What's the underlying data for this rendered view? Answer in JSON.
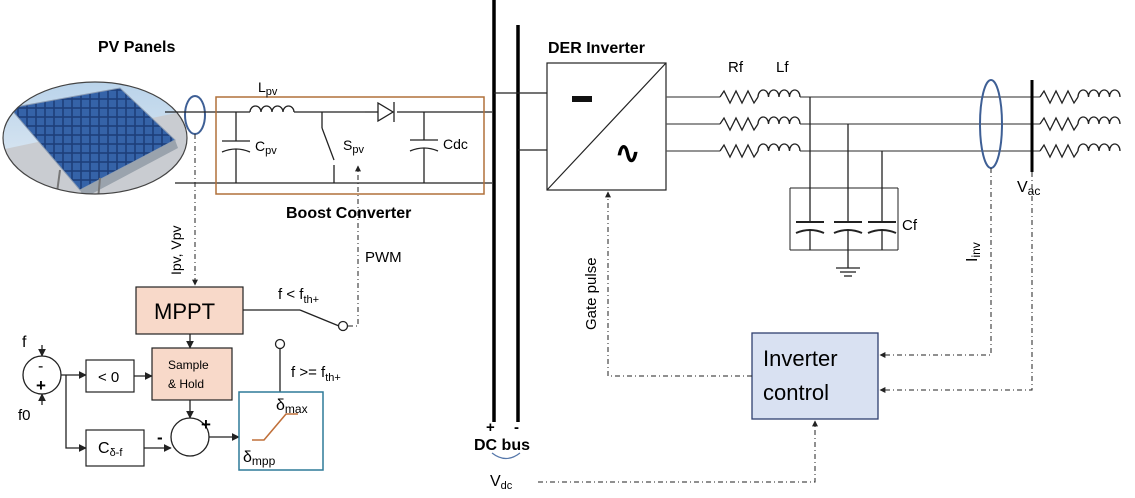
{
  "labels": {
    "pv_panels": "PV Panels",
    "lpv_main": "L",
    "lpv_sub": "pv",
    "cpv_main": "C",
    "cpv_sub": "pv",
    "spv_main": "S",
    "spv_sub": "pv",
    "cdc": "Cdc",
    "boost_converter": "Boost Converter",
    "der_inverter": "DER Inverter",
    "rf": "Rf",
    "lf": "Lf",
    "cf": "Cf",
    "vac_main": "V",
    "vac_sub": "ac",
    "iinv_main": "I",
    "iinv_sub": "inv",
    "gate_pulse": "Gate pulse",
    "pwm": "PWM",
    "ipv_vpv": "Ipv, Vpv",
    "mppt": "MPPT",
    "f_lt_main": "f < f",
    "f_lt_sub": "th+",
    "f_ge_main": "f >= f",
    "f_ge_sub": "th+",
    "f": "f",
    "f0": "f0",
    "minus": "-",
    "plus": "+",
    "lt_zero": "< 0",
    "sample_hold_1": "Sample",
    "sample_hold_2": "& Hold",
    "c_delta_main": "C",
    "c_delta_sub": "δ-f",
    "delta_max_main": "δ",
    "delta_max_sub": "max",
    "delta_mpp_main": "δ",
    "delta_mpp_sub": "mpp",
    "inverter_control_1": "Inverter",
    "inverter_control_2": "control",
    "dc_bus": "DC bus",
    "dc_plus": "+",
    "dc_minus": "-",
    "vdc_main": "V",
    "vdc_sub": "dc",
    "dc_symbol": "−",
    "ac_symbol": "∿"
  },
  "colors": {
    "boost_box": "#b0703a",
    "mppt_fill": "#f8d9c9",
    "sample_fill": "#f8d9c9",
    "inverter_control_fill": "#d9e1f2",
    "inverter_control_stroke": "#2f3f6f",
    "sensor_ring": "#3e5f95",
    "delta_box_stroke": "#2e7a98",
    "ramp": "#c0703a",
    "bus_line": "#000000"
  }
}
